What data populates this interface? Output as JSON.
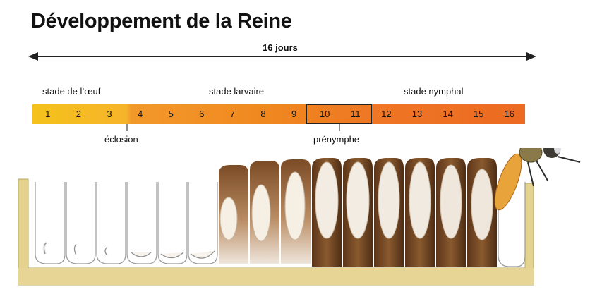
{
  "title": "Développement de la Reine",
  "duration": "16 jours",
  "stages": {
    "egg": "stade de l’œuf",
    "larval": "stade larvaire",
    "nymphal": "stade nymphal"
  },
  "days": [
    "1",
    "2",
    "3",
    "4",
    "5",
    "6",
    "7",
    "8",
    "9",
    "10",
    "11",
    "12",
    "13",
    "14",
    "15",
    "16"
  ],
  "events": {
    "hatching": "éclosion",
    "prepupa": "prénymphe"
  },
  "colors": {
    "timeline_start": "#f4c21b",
    "timeline_end": "#ec6a22",
    "cell_wax": "#e3d38e",
    "capped_cell": "#7a4a24"
  }
}
